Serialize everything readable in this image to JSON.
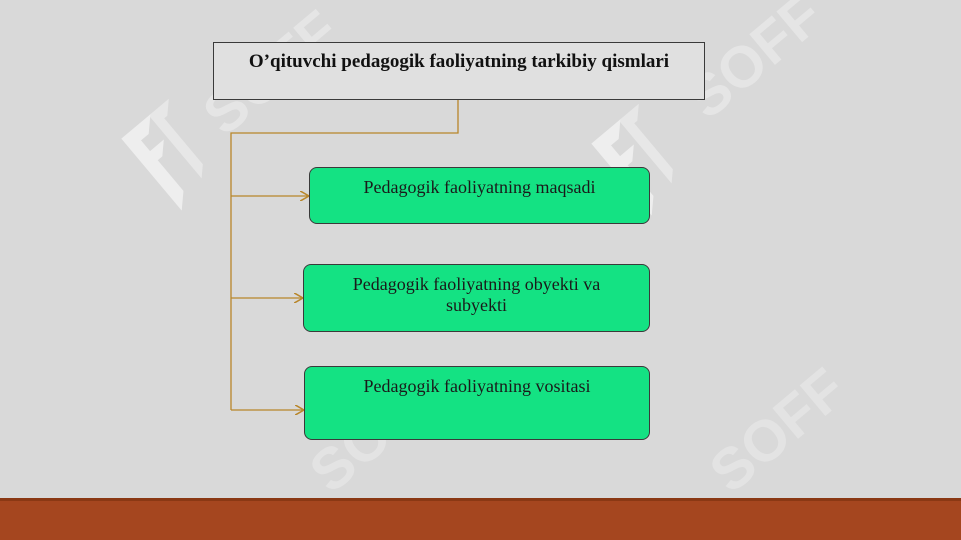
{
  "title": "O’qituvchi pedagogik faoliyatning tarkibiy qismlari",
  "nodes": [
    {
      "label": "Pedagogik faoliyatning maqsadi"
    },
    {
      "label": "Pedagogik faoliyatning obyekti va subyekti"
    },
    {
      "label": "Pedagogik faoliyatning vositasi"
    }
  ],
  "colors": {
    "background": "#d9d9d9",
    "node_fill": "#14e283",
    "connector": "#b8862a",
    "footer": "#a5461f",
    "watermark": "#ffffff"
  },
  "watermark": {
    "text": "SOFF",
    "icon": "soff-logo-icon"
  }
}
